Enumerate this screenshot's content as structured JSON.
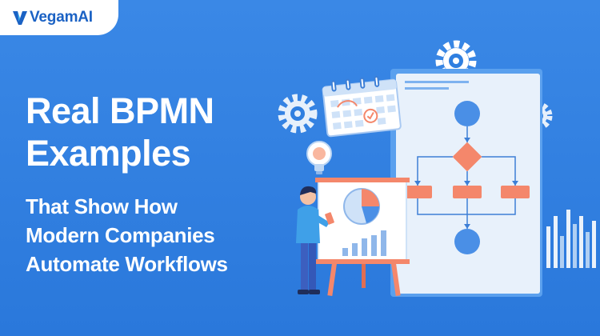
{
  "brand": {
    "name": "VegamAI",
    "logo_icon": "vegam-v-logo-icon"
  },
  "hero": {
    "headline_line1": "Real BPMN",
    "headline_line2": "Examples",
    "subline_line1": "That Show How",
    "subline_line2": "Modern Companies",
    "subline_line3": "Automate Workflows"
  },
  "illustration": {
    "icons": [
      "gear-icon",
      "calendar-icon",
      "lightbulb-icon",
      "pie-chart-icon",
      "bar-chart-icon",
      "person-icon"
    ]
  },
  "colors": {
    "background": "#2f7fe0",
    "panel": "#e8f1fb",
    "accent_orange": "#f4876b",
    "node_blue": "#4a8fe6",
    "line_blue": "#3d7fd6"
  }
}
